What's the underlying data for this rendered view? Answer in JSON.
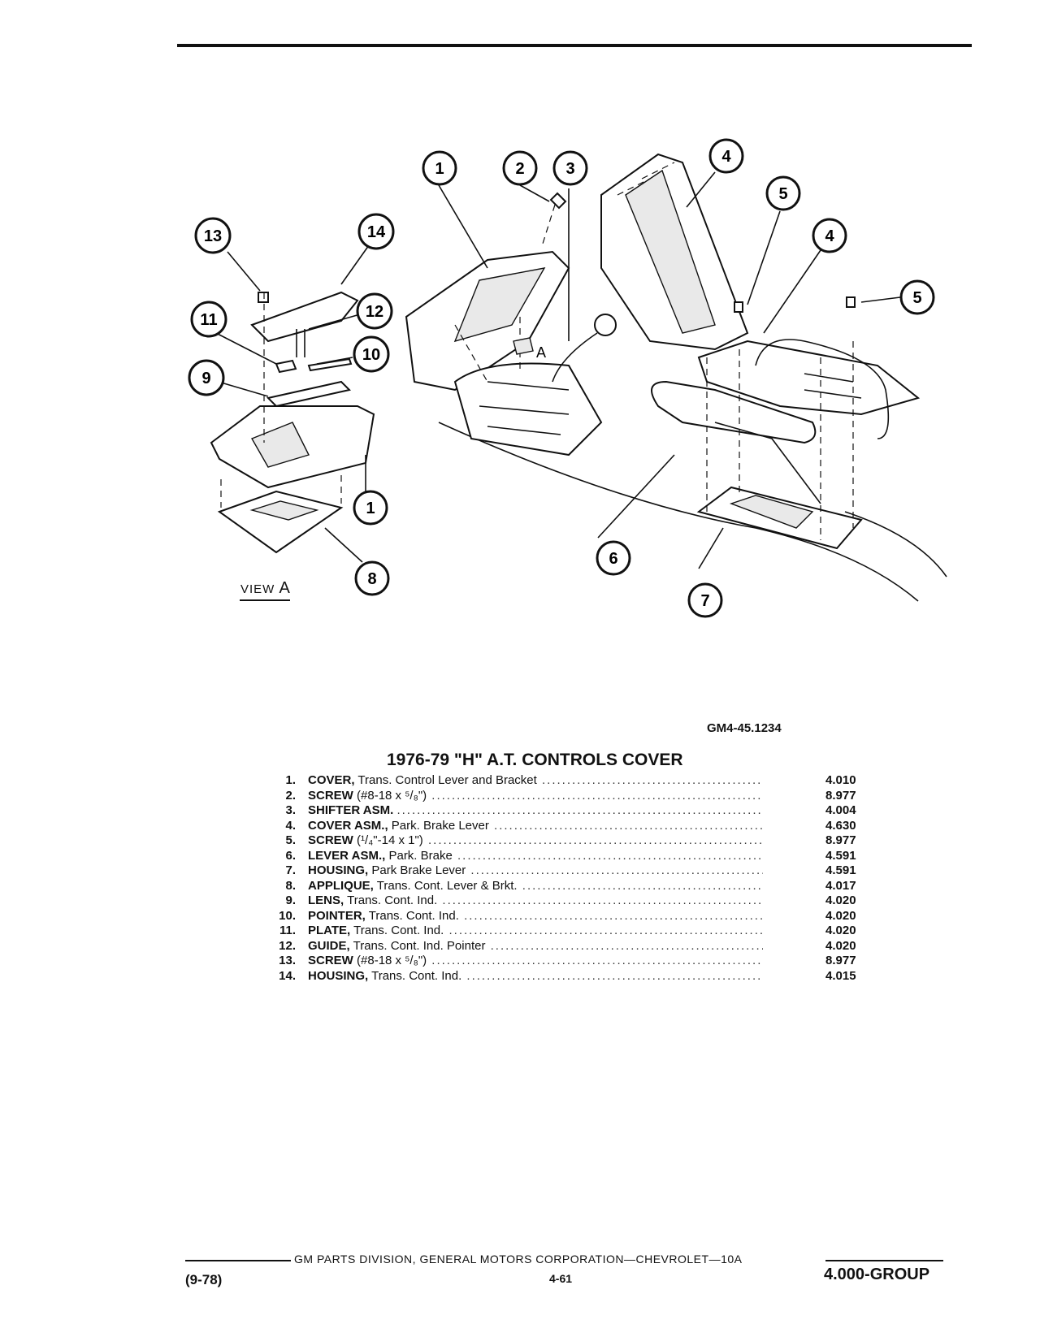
{
  "diagram": {
    "view_label": "VIEW",
    "view_letter": "A",
    "arrow_letter": "A",
    "callouts": [
      "1",
      "2",
      "3",
      "4",
      "5",
      "4",
      "5",
      "13",
      "14",
      "11",
      "12",
      "10",
      "9",
      "1",
      "8",
      "6",
      "7"
    ]
  },
  "figure_code": "GM4-45.1234",
  "title": "1976-79 \"H\" A.T. CONTROLS COVER",
  "parts": [
    {
      "num": "1.",
      "name": "COVER,",
      "desc": "Trans. Control Lever and Bracket",
      "code": "4.010"
    },
    {
      "num": "2.",
      "name": "SCREW",
      "desc": "(#8-18 x ⁵/₈\")",
      "code": "8.977"
    },
    {
      "num": "3.",
      "name": "SHIFTER ASM.",
      "desc": "",
      "code": "4.004"
    },
    {
      "num": "4.",
      "name": "COVER ASM.,",
      "desc": "Park. Brake Lever",
      "code": "4.630"
    },
    {
      "num": "5.",
      "name": "SCREW",
      "desc": "(¹/₄\"-14 x 1\")",
      "code": "8.977"
    },
    {
      "num": "6.",
      "name": "LEVER ASM.,",
      "desc": "Park. Brake",
      "code": "4.591"
    },
    {
      "num": "7.",
      "name": "HOUSING,",
      "desc": "Park Brake Lever",
      "code": "4.591"
    },
    {
      "num": "8.",
      "name": "APPLIQUE,",
      "desc": "Trans. Cont. Lever & Brkt.",
      "code": "4.017"
    },
    {
      "num": "9.",
      "name": "LENS,",
      "desc": "Trans. Cont. Ind.",
      "code": "4.020"
    },
    {
      "num": "10.",
      "name": "POINTER,",
      "desc": "Trans. Cont. Ind.",
      "code": "4.020"
    },
    {
      "num": "11.",
      "name": "PLATE,",
      "desc": "Trans. Cont. Ind.",
      "code": "4.020"
    },
    {
      "num": "12.",
      "name": "GUIDE,",
      "desc": "Trans. Cont. Ind. Pointer",
      "code": "4.020"
    },
    {
      "num": "13.",
      "name": "SCREW",
      "desc": "(#8-18 x ⁵/₈\")",
      "code": "8.977"
    },
    {
      "num": "14.",
      "name": "HOUSING,",
      "desc": "Trans. Cont. Ind.",
      "code": "4.015"
    }
  ],
  "footer": {
    "line": "GM PARTS DIVISION, GENERAL MOTORS CORPORATION—CHEVROLET—10A",
    "date": "(9-78)",
    "page": "4-61",
    "group": "4.000-GROUP"
  }
}
